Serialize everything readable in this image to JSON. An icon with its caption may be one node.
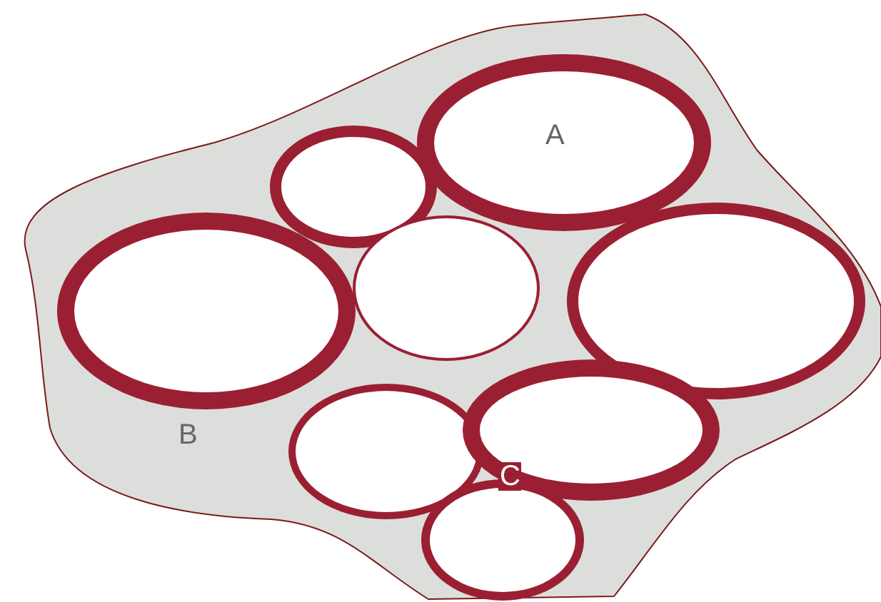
{
  "diagram": {
    "nodes": [
      {
        "text": [],
        "shape": "blob"
      },
      {
        "text": [
          "A"
        ],
        "in": 0
      },
      {
        "text": [],
        "shape": "ellipse",
        "in": 0
      },
      {
        "text": [],
        "shape": "ellipse",
        "in": 0
      },
      {
        "text": [],
        "shape": "ellipse",
        "in": 0
      },
      {
        "text": [],
        "shape": "ellipse",
        "in": 0
      },
      {
        "text": [],
        "shape": "ellipse",
        "in": 0
      },
      {
        "text": [],
        "shape": "ellipse",
        "in": 0
      },
      {
        "text": [],
        "shape": "ellipse",
        "in": 0
      }
    ],
    "labels": [
      "B",
      "C"
    ]
  }
}
